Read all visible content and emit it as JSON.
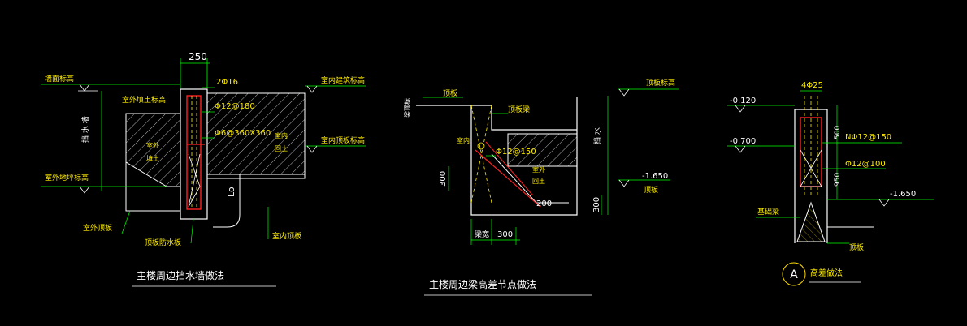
{
  "colors": {
    "background": "#000000",
    "outline": "#ffffff",
    "hatch": "#ffffff",
    "rebar": "#ff2020",
    "dashed": "#ffee00",
    "label_yellow": "#ffee00",
    "label_green": "#00ff00",
    "label_red": "#ff3030",
    "leader": "#00ff00",
    "dim": "#00ff00",
    "hollow": "#00e0e0",
    "circle": "#ffdd00"
  },
  "drawing1": {
    "title": "主楼周边挡水墙做法",
    "dim_top": "250",
    "rebar_top": "2Φ16",
    "stirrup1": "Φ12@180",
    "stirrup2": "Φ6@360X360",
    "label_lo": "Lo",
    "label_topo_left": "墙面标高",
    "label_outer_fill": "室外填土标高",
    "label_outer_floor": "室外地坪标高",
    "label_vertical": "挡 水 墙",
    "label_fill_left": [
      "室外",
      "填土"
    ],
    "label_fill_right": [
      "室内",
      "回土"
    ],
    "label_indoor_top": "室内建筑标高",
    "label_indoor_slab": "室内顶板标高",
    "label_outer_plate": "室外顶板",
    "label_waterproof": "顶板防水板",
    "label_indoor_plate": "室内顶板"
  },
  "drawing2": {
    "title": "主楼周边梁高差节点做法",
    "label_top_plate_left": "顶板",
    "label_top_plate_right": "顶板标高",
    "label_beam_top": "顶板梁",
    "label_side": "梁顶标",
    "label_indoor": "室内",
    "stirrup": "Φ12@150",
    "label_fill": [
      "室外",
      "回土"
    ],
    "dim_300_left": "300",
    "dim_200": "200",
    "dim_300_right": "300",
    "level": "-1.650",
    "label_slab": "顶板",
    "label_vertical": "挡 水",
    "dim_beam_width": "梁宽",
    "dim_300_bottom": "300"
  },
  "drawing3": {
    "title_circle": "A",
    "title": "高差做法",
    "rebar_top": "4Φ25",
    "level_1": "-0.120",
    "level_2": "-0.700",
    "level_3": "-1.650",
    "dim_500": "500",
    "dim_950": "950",
    "stirrup1": "NΦ12@150",
    "stirrup2": "Φ12@100",
    "label_base": "基础梁",
    "label_slab": "顶板"
  }
}
